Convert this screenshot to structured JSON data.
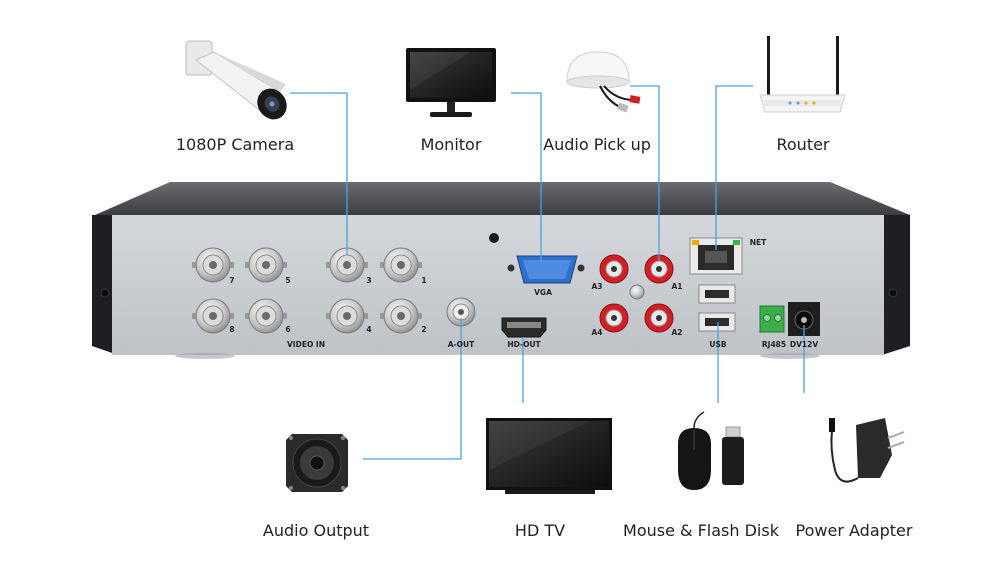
{
  "devices": {
    "camera": "1080P Camera",
    "monitor": "Monitor",
    "audio_pickup": "Audio Pick up",
    "router": "Router",
    "audio_output": "Audio Output",
    "hd_tv": "HD TV",
    "mouse_flash": "Mouse & Flash Disk",
    "power_adapter": "Power Adapter"
  },
  "ports": {
    "bnc_7": "7",
    "bnc_5": "5",
    "bnc_3": "3",
    "bnc_1": "1",
    "bnc_8": "8",
    "bnc_6": "6",
    "bnc_4": "4",
    "bnc_2": "2",
    "video_in": "VIDEO IN",
    "a_out": "A-OUT",
    "vga": "VGA",
    "hd_out": "HD-OUT",
    "a3": "A3",
    "a1": "A1",
    "a4": "A4",
    "a2": "A2",
    "net": "NET",
    "usb": "USB",
    "rj485": "RJ485",
    "dc12v": "DV12V"
  },
  "colors": {
    "connector_line": "#4aa3df",
    "panel": "#c9ccd1",
    "chassis_top": "#4a4c50",
    "chassis_side": "#1e1f22",
    "rca_red": "#d21f26",
    "terminal_green": "#3cae4b"
  }
}
